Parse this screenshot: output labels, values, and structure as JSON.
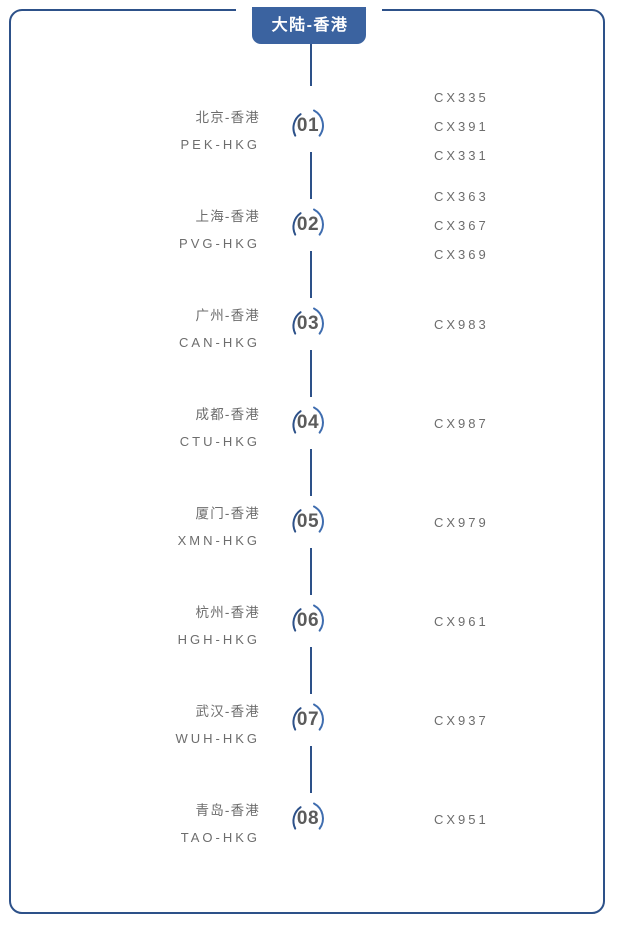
{
  "header": {
    "badge_label": "大陆-香港"
  },
  "colors": {
    "border": "#2d5189",
    "badge_bg": "#3b63a0",
    "badge_text": "#ffffff",
    "arc": "#2d5189",
    "arc_light": "#3f6daf",
    "text": "#6d6d6d",
    "number": "#5b5b5b",
    "background": "#ffffff"
  },
  "rows": [
    {
      "number": "01",
      "route_cn": "北京-香港",
      "route_code": "PEK-HKG",
      "flights": [
        "CX335",
        "CX391",
        "CX331"
      ]
    },
    {
      "number": "02",
      "route_cn": "上海-香港",
      "route_code": "PVG-HKG",
      "flights": [
        "CX363",
        "CX367",
        "CX369"
      ]
    },
    {
      "number": "03",
      "route_cn": "广州-香港",
      "route_code": "CAN-HKG",
      "flights": [
        "CX983"
      ]
    },
    {
      "number": "04",
      "route_cn": "成都-香港",
      "route_code": "CTU-HKG",
      "flights": [
        "CX987"
      ]
    },
    {
      "number": "05",
      "route_cn": "厦门-香港",
      "route_code": "XMN-HKG",
      "flights": [
        "CX979"
      ]
    },
    {
      "number": "06",
      "route_cn": "杭州-香港",
      "route_code": "HGH-HKG",
      "flights": [
        "CX961"
      ]
    },
    {
      "number": "07",
      "route_cn": "武汉-香港",
      "route_code": "WUH-HKG",
      "flights": [
        "CX937"
      ]
    },
    {
      "number": "08",
      "route_cn": "青岛-香港",
      "route_code": "TAO-HKG",
      "flights": [
        "CX951"
      ]
    }
  ]
}
